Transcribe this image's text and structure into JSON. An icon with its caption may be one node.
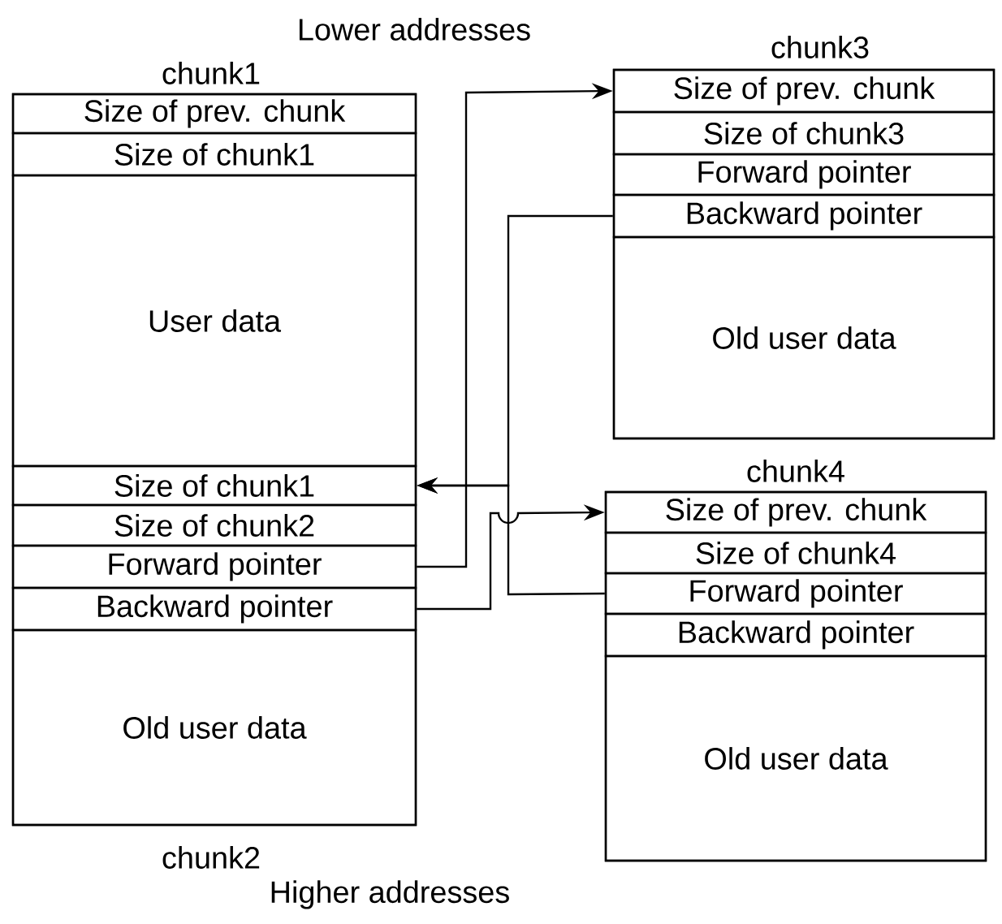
{
  "diagram": {
    "nodes": [
      {
        "text": [
          "chunk1",
          "chunk2"
        ]
      },
      {
        "text": [
          "Size of prev. chunk"
        ],
        "in": 0
      },
      {
        "text": [
          "Size of chunk1"
        ],
        "in": 0
      },
      {
        "text": [
          "User data"
        ],
        "in": 0
      },
      {
        "text": [
          "Size of chunk1"
        ],
        "in": 0
      },
      {
        "text": [
          "Size of chunk2"
        ],
        "in": 0
      },
      {
        "text": [
          "Forward pointer"
        ],
        "in": 0
      },
      {
        "text": [
          "Backward pointer"
        ],
        "in": 0
      },
      {
        "text": [
          "Old user data"
        ],
        "in": 0
      },
      {
        "text": [
          "chunk3"
        ]
      },
      {
        "text": [
          "Size of prev. chunk"
        ],
        "in": 9
      },
      {
        "text": [
          "Size of chunk3"
        ],
        "in": 9
      },
      {
        "text": [
          "Forward pointer"
        ],
        "in": 9
      },
      {
        "text": [
          "Backward pointer"
        ],
        "in": 9
      },
      {
        "text": [
          "Old user data"
        ],
        "in": 9
      },
      {
        "text": [
          "chunk4"
        ]
      },
      {
        "text": [
          "Size of prev. chunk"
        ],
        "in": 15
      },
      {
        "text": [
          "Size of chunk4"
        ],
        "in": 15
      },
      {
        "text": [
          "Forward pointer"
        ],
        "in": 15
      },
      {
        "text": [
          "Backward pointer"
        ],
        "in": 15
      },
      {
        "text": [
          "Old user data"
        ],
        "in": 15
      }
    ],
    "edges": [
      {
        "from": 6,
        "to": 10,
        "arrow": "to"
      },
      {
        "from": 7,
        "to": 16,
        "arrow": "to"
      },
      {
        "from": 13,
        "to": 4,
        "arrow": "to"
      },
      {
        "from": 18,
        "to": 4,
        "arrow": "to"
      }
    ],
    "labels": [
      "Lower addresses",
      "Higher addresses"
    ]
  }
}
